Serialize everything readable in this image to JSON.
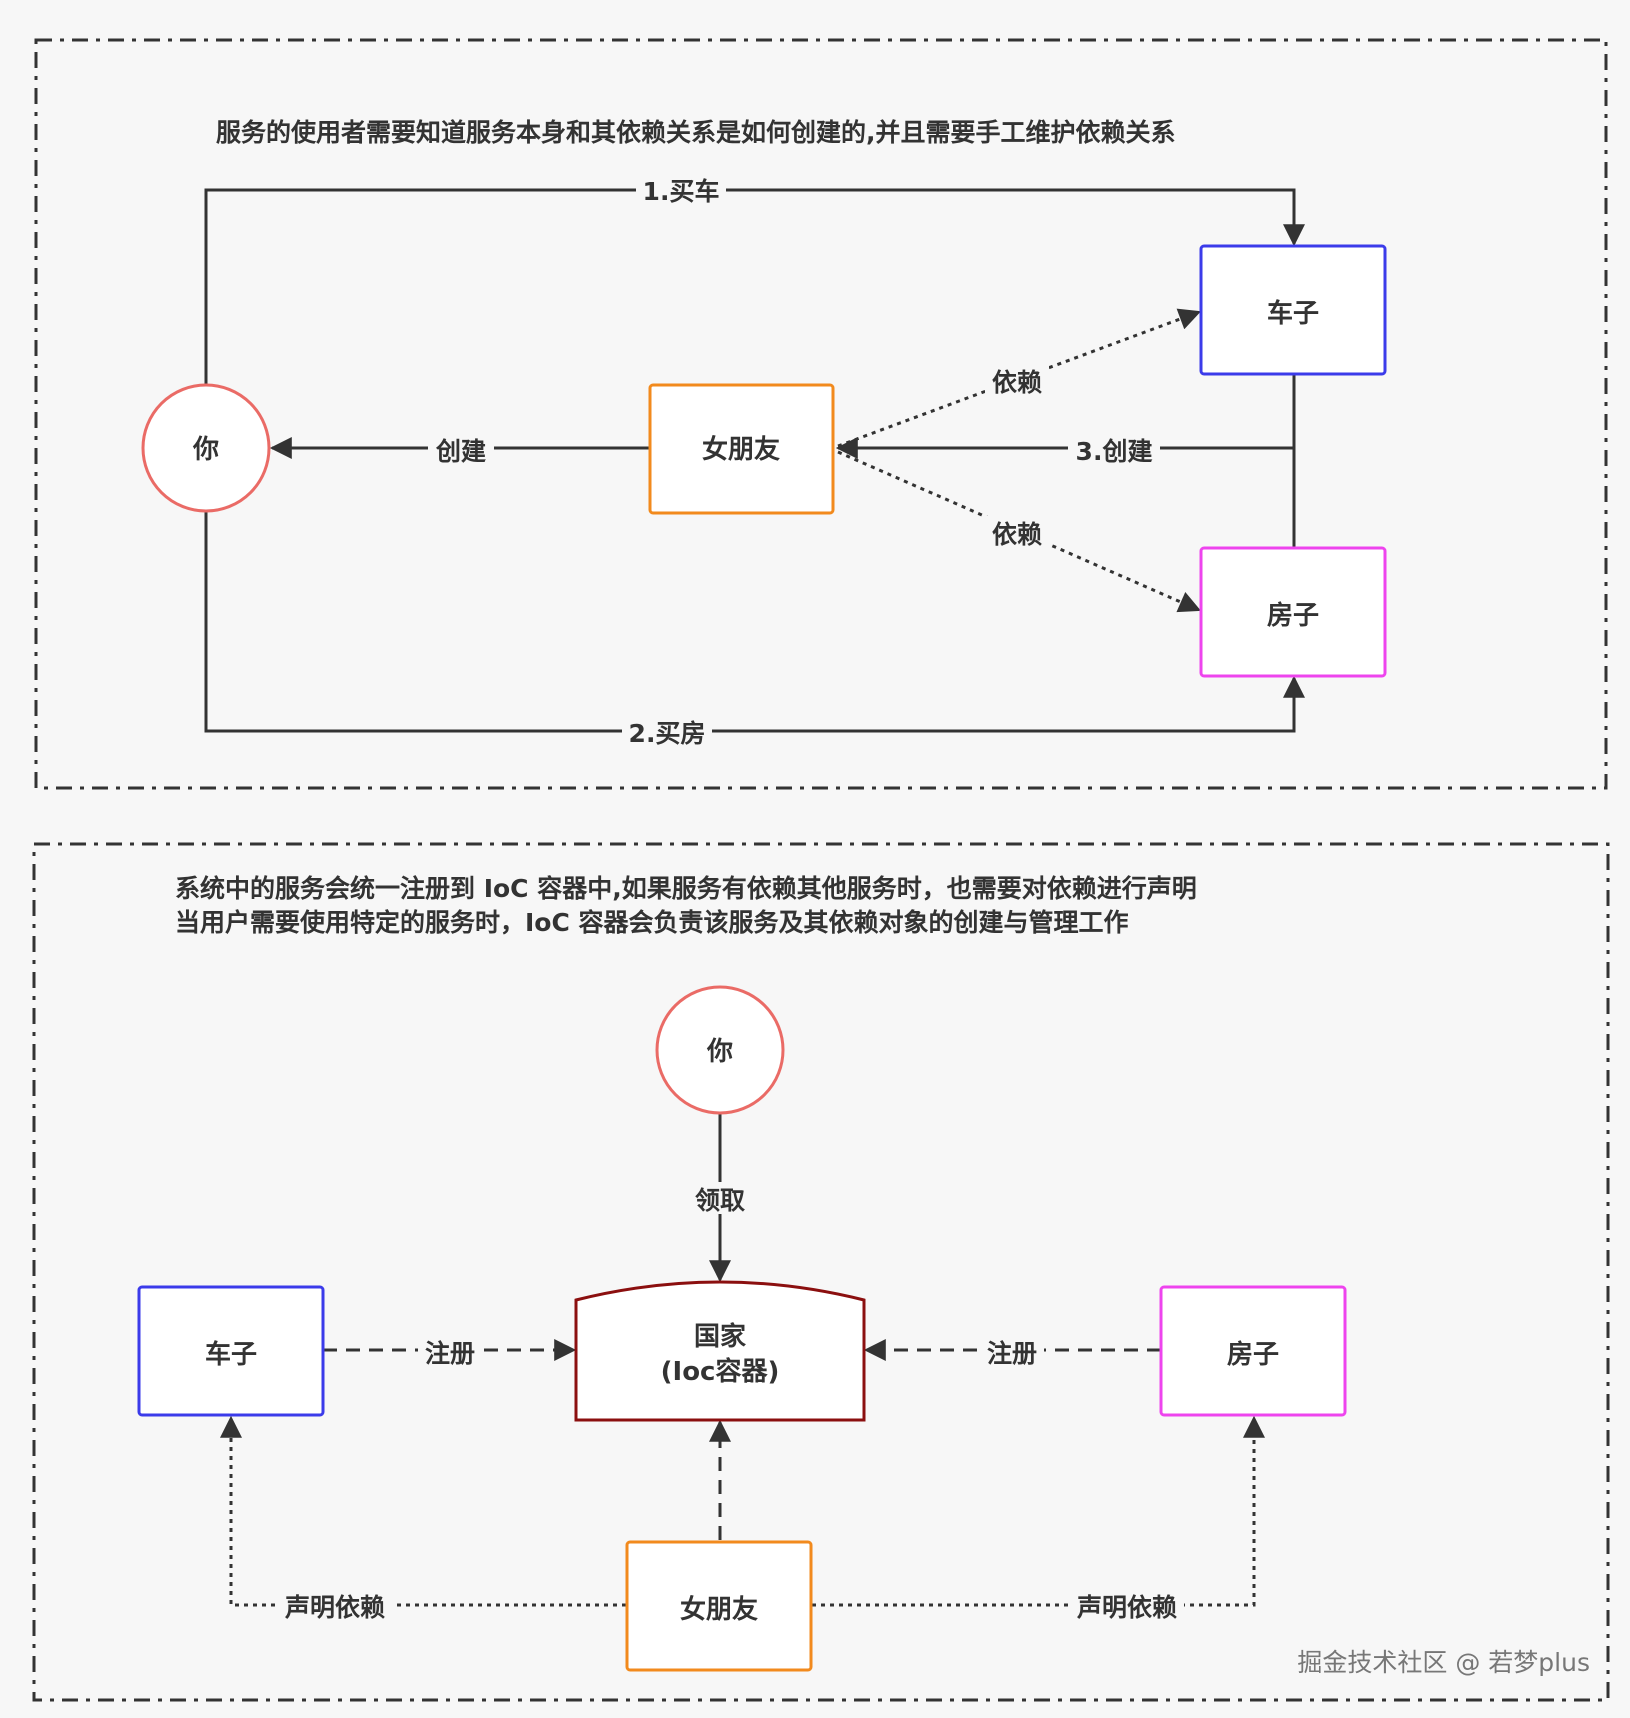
{
  "top": {
    "caption": "服务的使用者需要知道服务本身和其依赖关系是如何创建的,并且需要手工维护依赖关系",
    "nodes": {
      "you": "你",
      "girlfriend": "女朋友",
      "car": "车子",
      "house": "房子"
    },
    "edges": {
      "buy_car": "1.买车",
      "buy_house": "2.买房",
      "create_girlfriend": "3.创建",
      "create_you": "创建",
      "depends_car": "依赖",
      "depends_house": "依赖"
    }
  },
  "bottom": {
    "caption_line1": "系统中的服务会统一注册到 IoC 容器中,如果服务有依赖其他服务时，也需要对依赖进行声明",
    "caption_line2": "当用户需要使用特定的服务时，IoC 容器会负责该服务及其依赖对象的创建与管理工作",
    "nodes": {
      "you": "你",
      "container_line1": "国家",
      "container_line2": "(Ioc容器)",
      "car": "车子",
      "house": "房子",
      "girlfriend": "女朋友"
    },
    "edges": {
      "receive": "领取",
      "register_car": "注册",
      "register_house": "注册",
      "declare_car": "声明依赖",
      "declare_house": "声明依赖"
    }
  },
  "watermark": "掘金技术社区 @ 若梦plus",
  "colors": {
    "person": "#ea6b66",
    "girlfriend": "#f28a1d",
    "car": "#3b3bea",
    "house": "#ee44ee",
    "container": "#8b0f0f",
    "line": "#333333"
  }
}
